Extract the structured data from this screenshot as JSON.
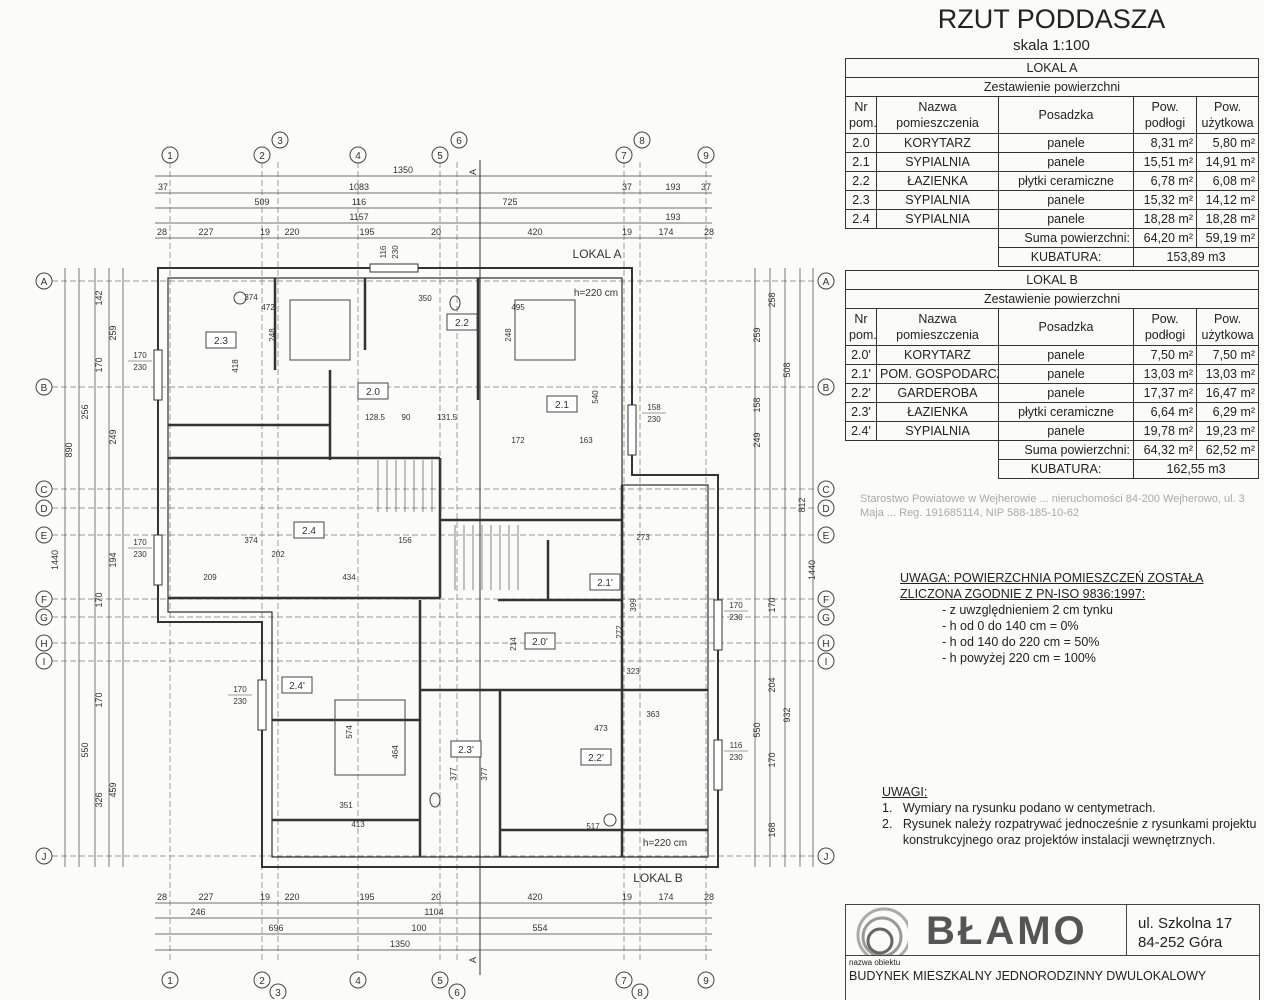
{
  "header": {
    "title": "RZUT PODDASZA",
    "scale": "skala 1:100"
  },
  "lokal_a": {
    "name": "LOKAL A",
    "subtitle": "Zestawienie powierzchni",
    "columns": [
      "Nr pom.",
      "Nazwa pomieszczenia",
      "Posadzka",
      "Pow. podłogi",
      "Pow. użytkowa"
    ],
    "rows": [
      [
        "2.0",
        "KORYTARZ",
        "panele",
        "8,31 m²",
        "5,80 m²"
      ],
      [
        "2.1",
        "SYPIALNIA",
        "panele",
        "15,51 m²",
        "14,91 m²"
      ],
      [
        "2.2",
        "ŁAZIENKA",
        "płytki ceramiczne",
        "6,78 m²",
        "6,08 m²"
      ],
      [
        "2.3",
        "SYPIALNIA",
        "panele",
        "15,32 m²",
        "14,12 m²"
      ],
      [
        "2.4",
        "SYPIALNIA",
        "panele",
        "18,28 m²",
        "18,28 m²"
      ]
    ],
    "sum_label": "Suma powierzchni:",
    "sum_floor": "64,20 m²",
    "sum_usable": "59,19 m²",
    "kub_label": "KUBATURA:",
    "kub": "153,89 m3"
  },
  "lokal_b": {
    "name": "LOKAL B",
    "subtitle": "Zestawienie powierzchni",
    "columns": [
      "Nr pom.",
      "Nazwa pomieszczenia",
      "Posadzka",
      "Pow. podłogi",
      "Pow. użytkowa"
    ],
    "rows": [
      [
        "2.0'",
        "KORYTARZ",
        "panele",
        "7,50 m²",
        "7,50 m²"
      ],
      [
        "2.1'",
        "POM. GOSPODARCZE",
        "panele",
        "13,03 m²",
        "13,03 m²"
      ],
      [
        "2.2'",
        "GARDEROBA",
        "panele",
        "17,37 m²",
        "16,47 m²"
      ],
      [
        "2.3'",
        "ŁAZIENKA",
        "płytki ceramiczne",
        "6,64 m²",
        "6,29 m²"
      ],
      [
        "2.4'",
        "SYPIALNIA",
        "panele",
        "19,78 m²",
        "19,23 m²"
      ]
    ],
    "sum_label": "Suma powierzchni:",
    "sum_floor": "64,32 m²",
    "sum_usable": "62,52 m²",
    "kub_label": "KUBATURA:",
    "kub": "162,55 m3"
  },
  "stamp": {
    "text": "Starostwo Powiatowe w Wejherowie ... nieruchomości 84-200 Wejherowo, ul. 3 Maja ... Reg. 191685114, NIP 588-185-10-62"
  },
  "uwaga": {
    "line1": "UWAGA: POWIERZCHNIA POMIESZCZEŃ ZOSTAŁA",
    "line2": "ZLICZONA ZGODNIE Z PN-ISO 9836:1997:",
    "items": [
      "- z uwzględnieniem 2 cm tynku",
      "- h od 0 do 140 cm = 0%",
      "- h od 140 do 220 cm = 50%",
      "- h powyżej 220 cm = 100%"
    ]
  },
  "uwagi": {
    "title": "UWAGI:",
    "items": [
      "1.   Wymiary na rysunku podano w centymetrach.",
      "2.   Rysunek należy rozpatrywać jednocześnie z rysunkami projektu",
      "      konstrukcyjnego oraz projektów instalacji wewnętrznych."
    ]
  },
  "company": {
    "logo_text": "BŁAMO",
    "address1": "ul. Szkolna 17",
    "address2": "84-252 Góra",
    "object_label": "nazwa obiektu",
    "object_name": "BUDYNEK MIESZKALNY JEDNORODZINNY DWULOKALOWY"
  },
  "plan": {
    "axes_x": [
      "1",
      "2",
      "3",
      "4",
      "5",
      "6",
      "7",
      "8",
      "9"
    ],
    "axes_y": [
      "A",
      "B",
      "C",
      "D",
      "E",
      "F",
      "G",
      "H",
      "I",
      "J"
    ],
    "lokal_a_label": "LOKAL A",
    "lokal_b_label": "LOKAL B",
    "height_labels": [
      "h=220 cm",
      "h=220 cm"
    ],
    "section_mark": "A",
    "rooms": [
      "2.3",
      "2.0",
      "2.2",
      "2.1",
      "2.4",
      "2.1'",
      "2.0'",
      "2.4'",
      "2.3'",
      "2.2'"
    ],
    "dims_top": [
      "1350",
      "37",
      "1083",
      "37",
      "193",
      "37",
      "509",
      "116",
      "725",
      "1157",
      "193",
      "28",
      "227",
      "19",
      "220",
      "195",
      "20",
      "420",
      "19",
      "174",
      "28"
    ],
    "dims_bottom": [
      "28",
      "227",
      "19",
      "220",
      "195",
      "20",
      "420",
      "19",
      "174",
      "28",
      "246",
      "1104",
      "696",
      "100",
      "554",
      "1350"
    ],
    "dims_left": [
      "142",
      "259",
      "170",
      "256",
      "249",
      "890",
      "1440",
      "194",
      "170",
      "550",
      "326",
      "459",
      "170"
    ],
    "dims_right": [
      "258",
      "508",
      "259",
      "158",
      "249",
      "812",
      "1440",
      "170",
      "204",
      "932",
      "550",
      "170",
      "168"
    ],
    "window_labels": [
      "170\n230",
      "158\n230",
      "170\n230",
      "170\n230",
      "170\n230",
      "116\n230"
    ],
    "interior_dims": [
      "374",
      "472",
      "350",
      "495",
      "418",
      "248",
      "248",
      "128.5",
      "90",
      "131.5",
      "172",
      "163",
      "540",
      "374",
      "434",
      "209",
      "202",
      "156",
      "273",
      "399",
      "214",
      "272",
      "323",
      "473",
      "363",
      "574",
      "464",
      "351",
      "413",
      "517",
      "377",
      "377"
    ]
  },
  "colors": {
    "line": "#333333",
    "hatch": "#555555"
  }
}
